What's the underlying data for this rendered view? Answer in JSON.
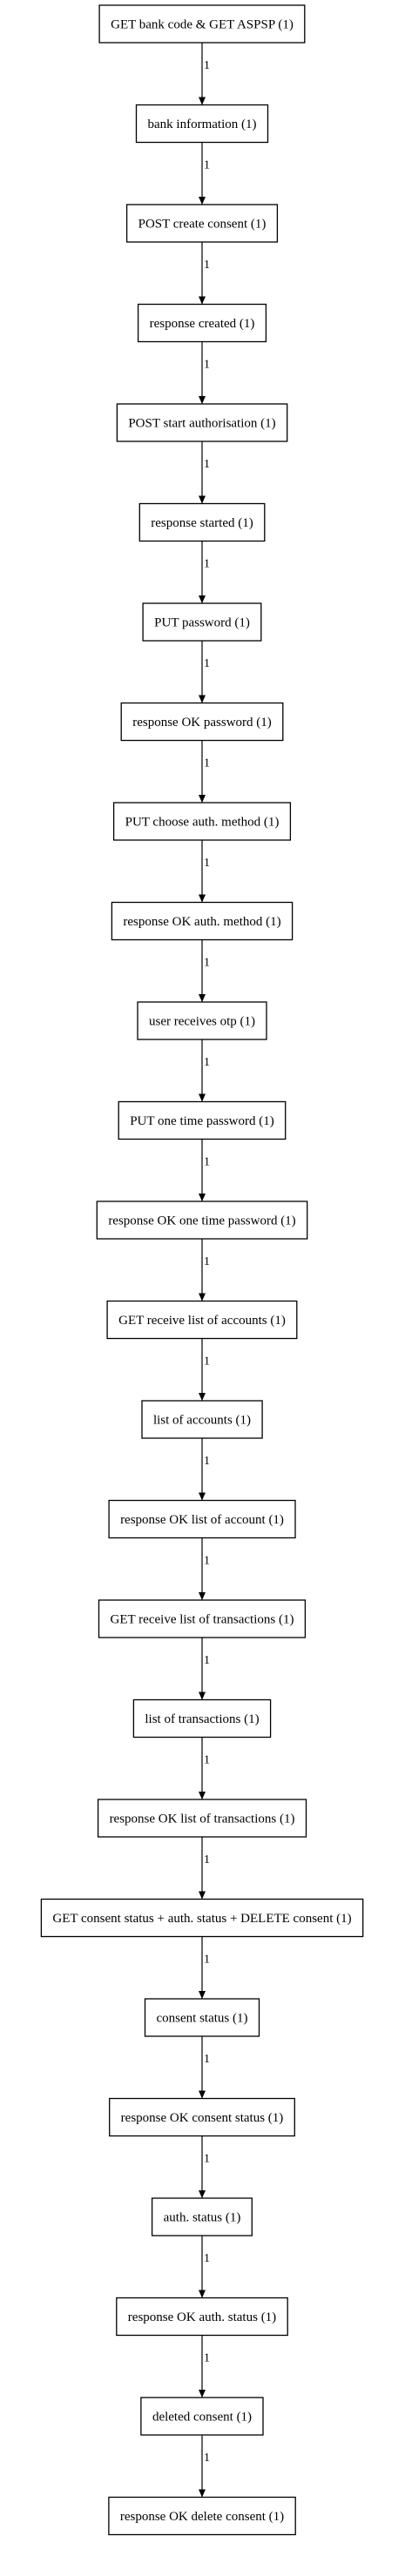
{
  "diagram": {
    "nodes": [
      "GET bank code & GET ASPSP (1)",
      "bank information (1)",
      "POST create consent (1)",
      "response created (1)",
      "POST start authorisation (1)",
      "response started (1)",
      "PUT password (1)",
      "response OK password (1)",
      "PUT choose auth. method (1)",
      "response OK auth. method (1)",
      "user receives otp (1)",
      "PUT one time password (1)",
      "response OK one time password (1)",
      "GET receive list of accounts (1)",
      "list of accounts (1)",
      "response OK list of account (1)",
      "GET receive list of transactions (1)",
      "list of transactions (1)",
      "response OK list of transactions (1)",
      "GET consent status + auth. status + DELETE consent (1)",
      "consent status (1)",
      "response OK consent status (1)",
      "auth. status (1)",
      "response OK auth. status (1)",
      "deleted consent (1)",
      "response OK delete consent (1)"
    ],
    "edge_label": "1"
  }
}
